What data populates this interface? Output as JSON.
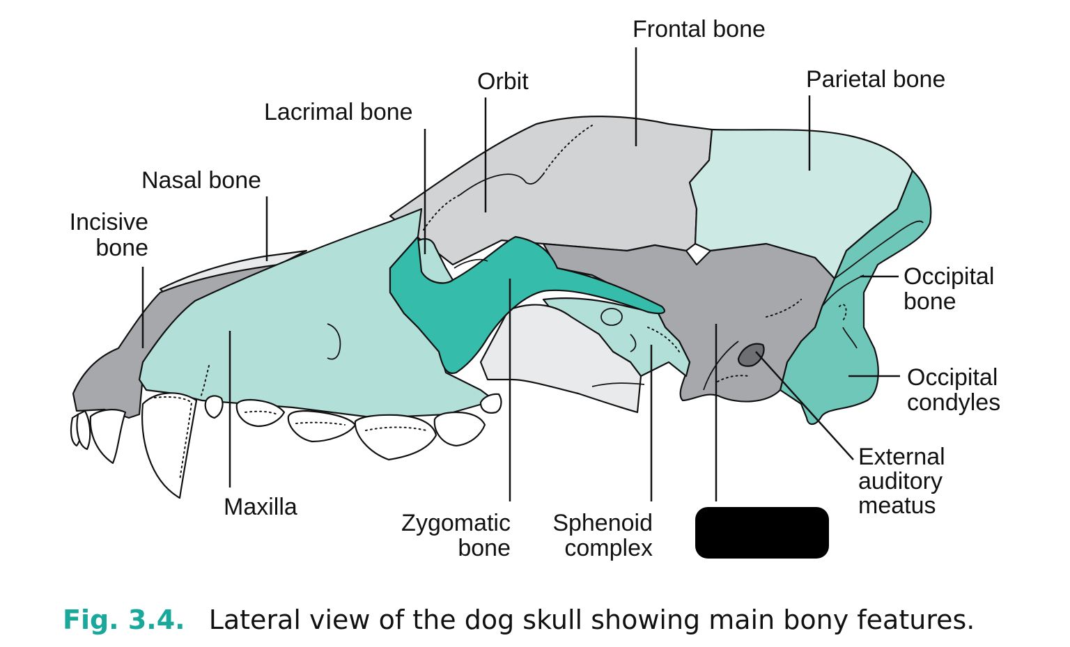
{
  "figure": {
    "labels": {
      "frontal": "Frontal bone",
      "orbit": "Orbit",
      "parietal": "Parietal bone",
      "lacrimal": "Lacrimal bone",
      "nasal": "Nasal bone",
      "incisive_1": "Incisive",
      "incisive_2": "bone",
      "occipital_1": "Occipital",
      "occipital_2": "bone",
      "condyles_1": "Occipital",
      "condyles_2": "condyles",
      "meatus_1": "External",
      "meatus_2": "auditory",
      "meatus_3": "meatus",
      "maxilla": "Maxilla",
      "zygomatic_1": "Zygomatic",
      "zygomatic_2": "bone",
      "sphenoid_1": "Sphenoid",
      "sphenoid_2": "complex"
    },
    "caption": {
      "number": "Fig. 3.4.",
      "text": "Lateral view of the dog skull showing main bony features."
    },
    "colors": {
      "maxilla_fill": "#b2dfd7",
      "zygomatic_fill": "#35bcaa",
      "occipital_fill": "#6fc7b9",
      "frontal_fill": "#d2d3d5",
      "temporal_fill": "#a6a8ab",
      "parietal_fill": "#cde9e3",
      "fossa_fill": "#e9eaeb",
      "tooth_fill": "#ffffff",
      "outline": "#111111",
      "caption_accent": "#1aa89a",
      "redaction": "#000000"
    }
  }
}
